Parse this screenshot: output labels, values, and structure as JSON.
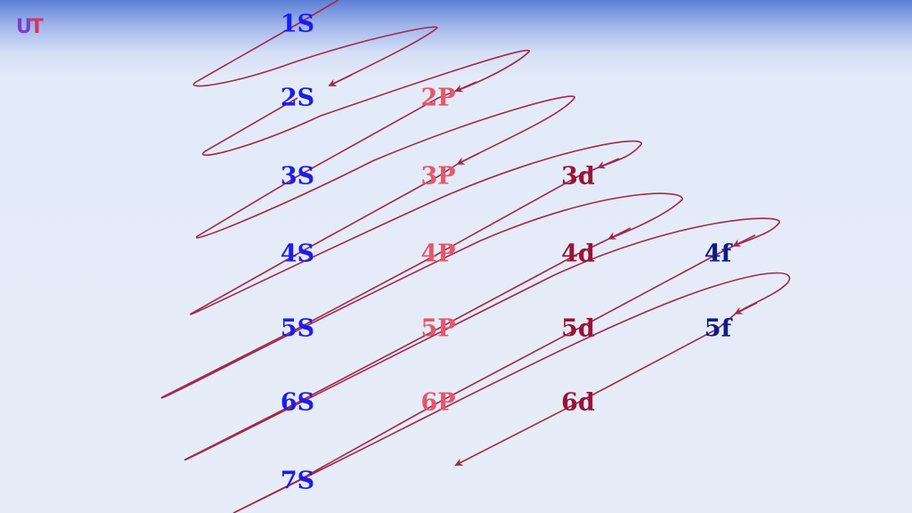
{
  "logo": {
    "text_a": "U",
    "text_b": "T",
    "colors": [
      "#7a3ec9",
      "#d8345f"
    ]
  },
  "colors": {
    "s": "#1c1cf0",
    "p": "#e8566a",
    "d": "#9a1235",
    "f": "#0e1a86",
    "arrow": "#a3284c"
  },
  "orbitals": [
    {
      "id": "1s",
      "label": "1S",
      "type": "s"
    },
    {
      "id": "2s",
      "label": "2S",
      "type": "s"
    },
    {
      "id": "2p",
      "label": "2P",
      "type": "p"
    },
    {
      "id": "3s",
      "label": "3S",
      "type": "s"
    },
    {
      "id": "3p",
      "label": "3P",
      "type": "p"
    },
    {
      "id": "3d",
      "label": "3d",
      "type": "d"
    },
    {
      "id": "4s",
      "label": "4S",
      "type": "s"
    },
    {
      "id": "4p",
      "label": "4P",
      "type": "p"
    },
    {
      "id": "4d",
      "label": "4d",
      "type": "d"
    },
    {
      "id": "4f",
      "label": "4f",
      "type": "f"
    },
    {
      "id": "5s",
      "label": "5S",
      "type": "s"
    },
    {
      "id": "5p",
      "label": "5P",
      "type": "p"
    },
    {
      "id": "5d",
      "label": "5d",
      "type": "d"
    },
    {
      "id": "5f",
      "label": "5f",
      "type": "f"
    },
    {
      "id": "6s",
      "label": "6S",
      "type": "s"
    },
    {
      "id": "6p",
      "label": "6P",
      "type": "p"
    },
    {
      "id": "6d",
      "label": "6d",
      "type": "d"
    },
    {
      "id": "7s",
      "label": "7S",
      "type": "s"
    }
  ]
}
